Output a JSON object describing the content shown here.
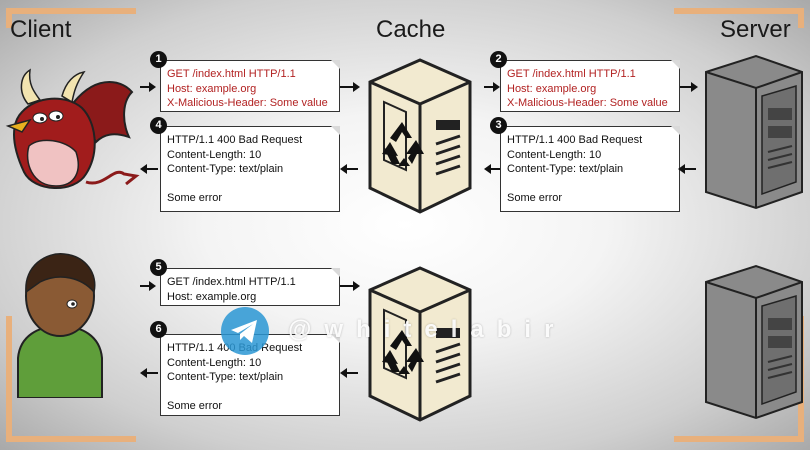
{
  "headings": {
    "client": "Client",
    "cache": "Cache",
    "server": "Server"
  },
  "steps": [
    {
      "num": "1",
      "lines": [
        "GET /index.html HTTP/1.1",
        "Host: example.org",
        "X-Malicious-Header: Some value"
      ],
      "color": "#b22222"
    },
    {
      "num": "2",
      "lines": [
        "GET /index.html HTTP/1.1",
        "Host: example.org",
        "X-Malicious-Header: Some value"
      ],
      "color": "#b22222"
    },
    {
      "num": "3",
      "lines": [
        "HTTP/1.1 400 Bad Request",
        "Content-Length: 10",
        "Content-Type: text/plain",
        "",
        "Some error"
      ]
    },
    {
      "num": "4",
      "lines": [
        "HTTP/1.1 400 Bad Request",
        "Content-Length: 10",
        "Content-Type: text/plain",
        "",
        "Some error"
      ]
    },
    {
      "num": "5",
      "lines": [
        "GET /index.html HTTP/1.1",
        "Host: example.org"
      ]
    },
    {
      "num": "6",
      "lines": [
        "HTTP/1.1 400 Bad Request",
        "Content-Length: 10",
        "Content-Type: text/plain",
        "",
        "Some error"
      ]
    }
  ],
  "watermark": {
    "handle": "@whitelabir",
    "icon": "telegram-icon"
  },
  "icons": [
    "devil-client-icon",
    "normal-client-icon",
    "cache-server-icon",
    "recycle-icon",
    "origin-server-icon"
  ]
}
